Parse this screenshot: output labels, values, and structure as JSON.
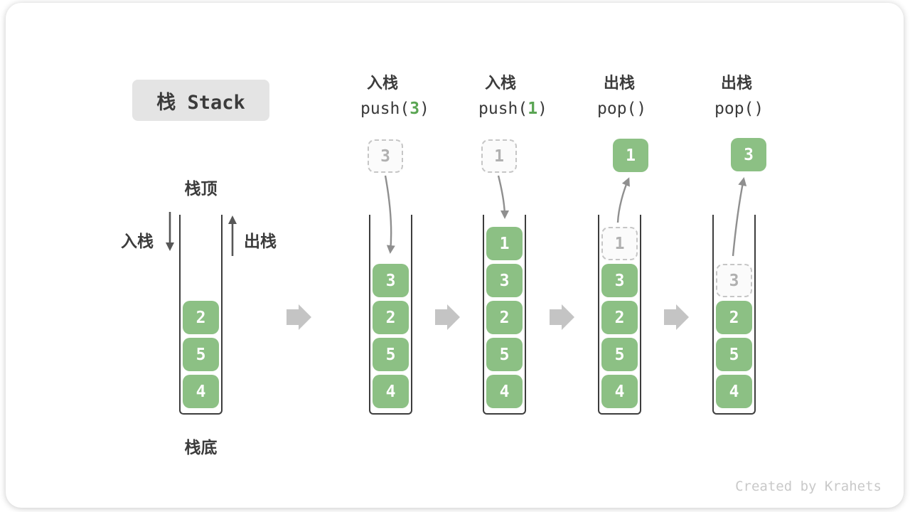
{
  "title": "栈 Stack",
  "labels": {
    "stack_top": "栈顶",
    "stack_bottom": "栈底",
    "push_side": "入栈",
    "pop_side": "出栈"
  },
  "columns": [
    {
      "op_label": "入栈",
      "code_pre": "push(",
      "code_arg": "3",
      "code_post": ")",
      "floating_value": "3",
      "floating_style": "dashed"
    },
    {
      "op_label": "入栈",
      "code_pre": "push(",
      "code_arg": "1",
      "code_post": ")",
      "floating_value": "1",
      "floating_style": "dashed"
    },
    {
      "op_label": "出栈",
      "code_pre": "pop(",
      "code_arg": "",
      "code_post": ")",
      "floating_value": "1",
      "floating_style": "solid"
    },
    {
      "op_label": "出栈",
      "code_pre": "pop(",
      "code_arg": "",
      "code_post": ")",
      "floating_value": "3",
      "floating_style": "solid"
    }
  ],
  "stacks": [
    {
      "name": "initial",
      "items": [
        {
          "value": "2",
          "style": "solid"
        },
        {
          "value": "5",
          "style": "solid"
        },
        {
          "value": "4",
          "style": "solid"
        }
      ]
    },
    {
      "name": "after-push-3",
      "items": [
        {
          "value": "3",
          "style": "solid"
        },
        {
          "value": "2",
          "style": "solid"
        },
        {
          "value": "5",
          "style": "solid"
        },
        {
          "value": "4",
          "style": "solid"
        }
      ]
    },
    {
      "name": "after-push-1",
      "items": [
        {
          "value": "1",
          "style": "solid"
        },
        {
          "value": "3",
          "style": "solid"
        },
        {
          "value": "2",
          "style": "solid"
        },
        {
          "value": "5",
          "style": "solid"
        },
        {
          "value": "4",
          "style": "solid"
        }
      ]
    },
    {
      "name": "after-pop-1",
      "items": [
        {
          "value": "1",
          "style": "dashed"
        },
        {
          "value": "3",
          "style": "solid"
        },
        {
          "value": "2",
          "style": "solid"
        },
        {
          "value": "5",
          "style": "solid"
        },
        {
          "value": "4",
          "style": "solid"
        }
      ]
    },
    {
      "name": "after-pop-3",
      "items": [
        {
          "value": "3",
          "style": "dashed"
        },
        {
          "value": "2",
          "style": "solid"
        },
        {
          "value": "5",
          "style": "solid"
        },
        {
          "value": "4",
          "style": "solid"
        }
      ]
    }
  ],
  "watermark": "Created by Krahets",
  "colors": {
    "cell_green": "#8cc084",
    "cell_text": "#ffffff",
    "code_arg_green": "#5aa553",
    "dashed_border": "#c6c6c6",
    "dashed_text": "#b0b0b0",
    "stack_wall": "#3d3d3d",
    "title_bg": "#e4e4e4",
    "label_text": "#3c3c3c",
    "curve_arrow": "#8f8f8f",
    "direction_arrow": "#575757",
    "block_arrow": "#c4c4c4",
    "watermark_text": "#c9c9c9"
  }
}
